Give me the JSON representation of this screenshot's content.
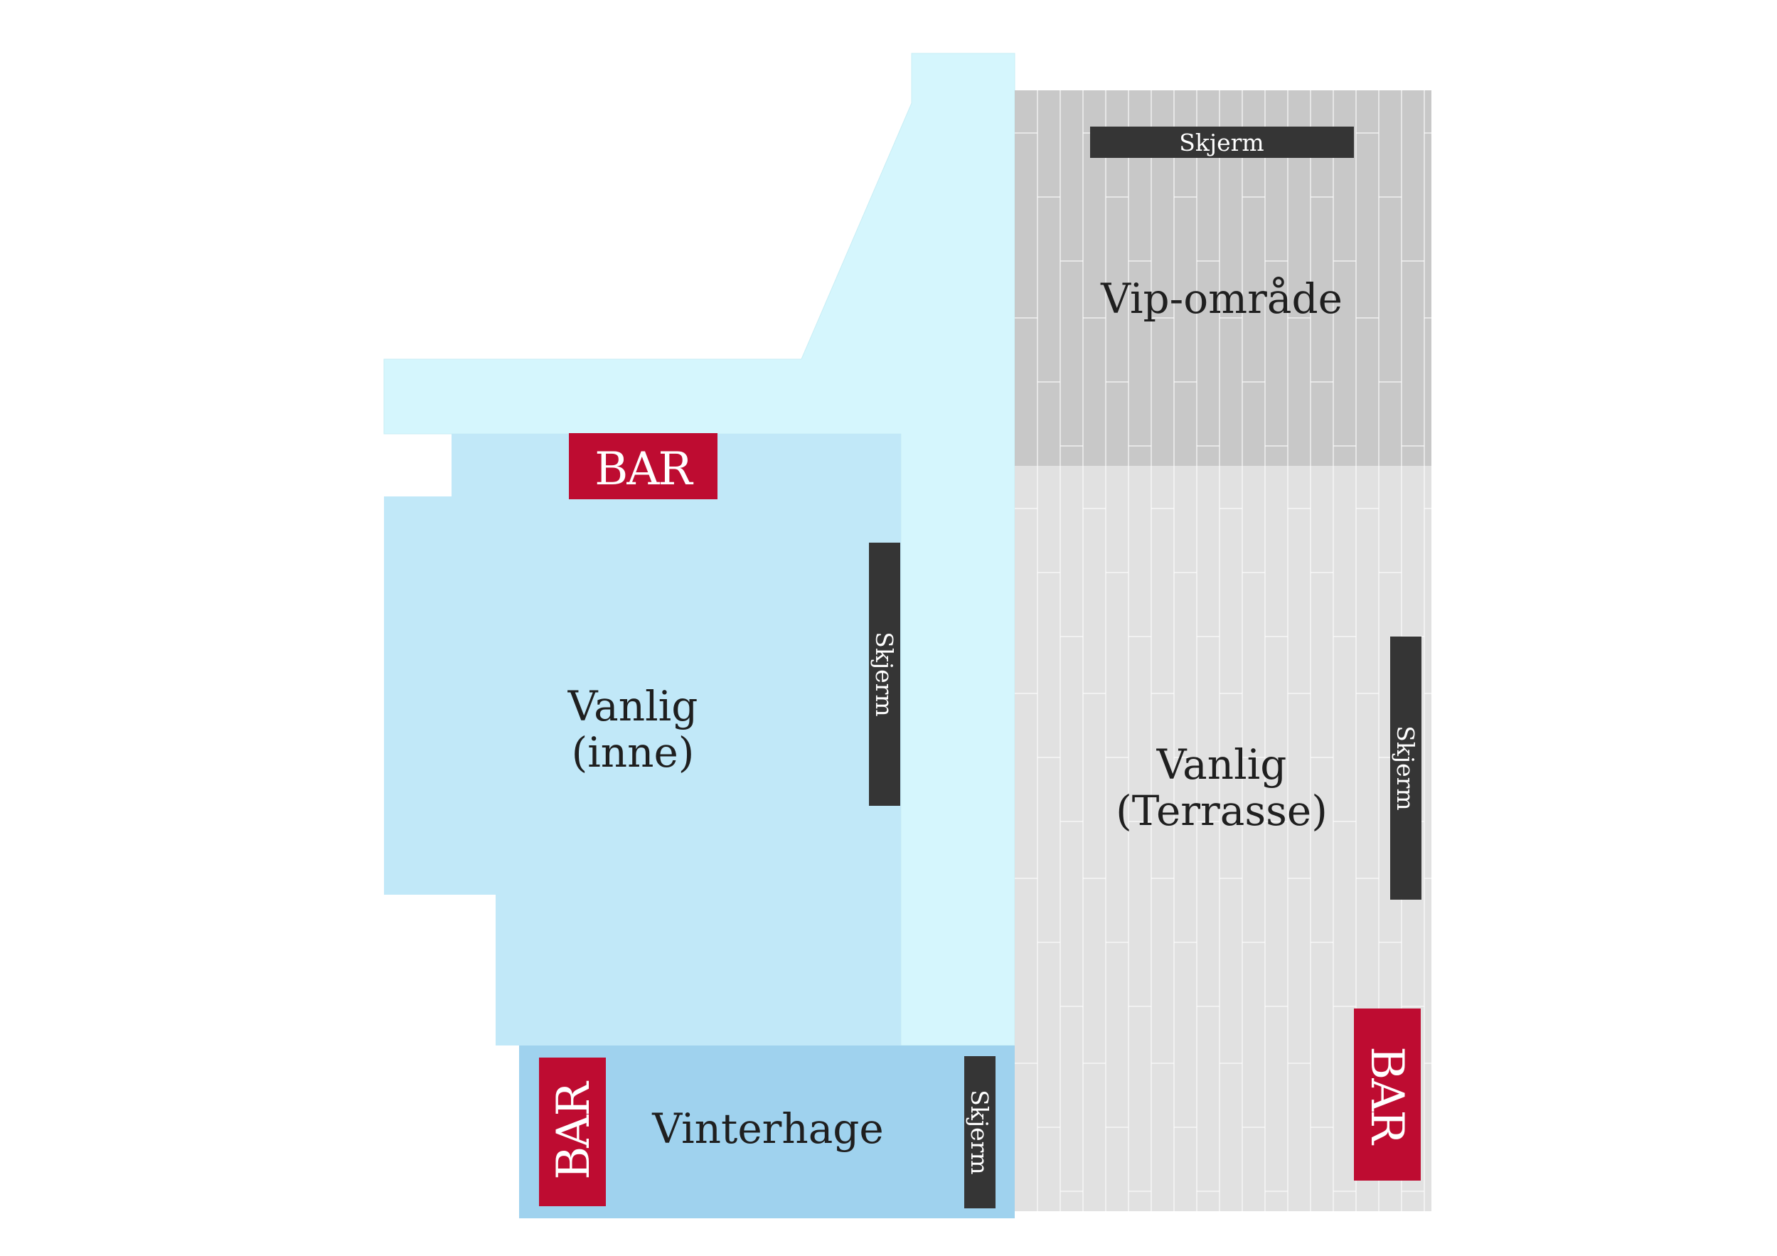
{
  "zones": {
    "vip": {
      "label": "Vip-område",
      "color": "#c8c8c8"
    },
    "terrace": {
      "line1": "Vanlig",
      "line2": "(Terrasse)",
      "color": "#e1e1e1"
    },
    "inside": {
      "line1": "Vanlig",
      "line2": "(inne)",
      "color": "#c1e8f8"
    },
    "corridor": {
      "color": "#d5f6fd"
    },
    "winter_garden": {
      "label": "Vinterhage",
      "color": "#9fd2ee"
    }
  },
  "bars": {
    "label": "BAR",
    "color": "#be0c31"
  },
  "screens": {
    "label": "Skjerm",
    "color": "#353535"
  }
}
